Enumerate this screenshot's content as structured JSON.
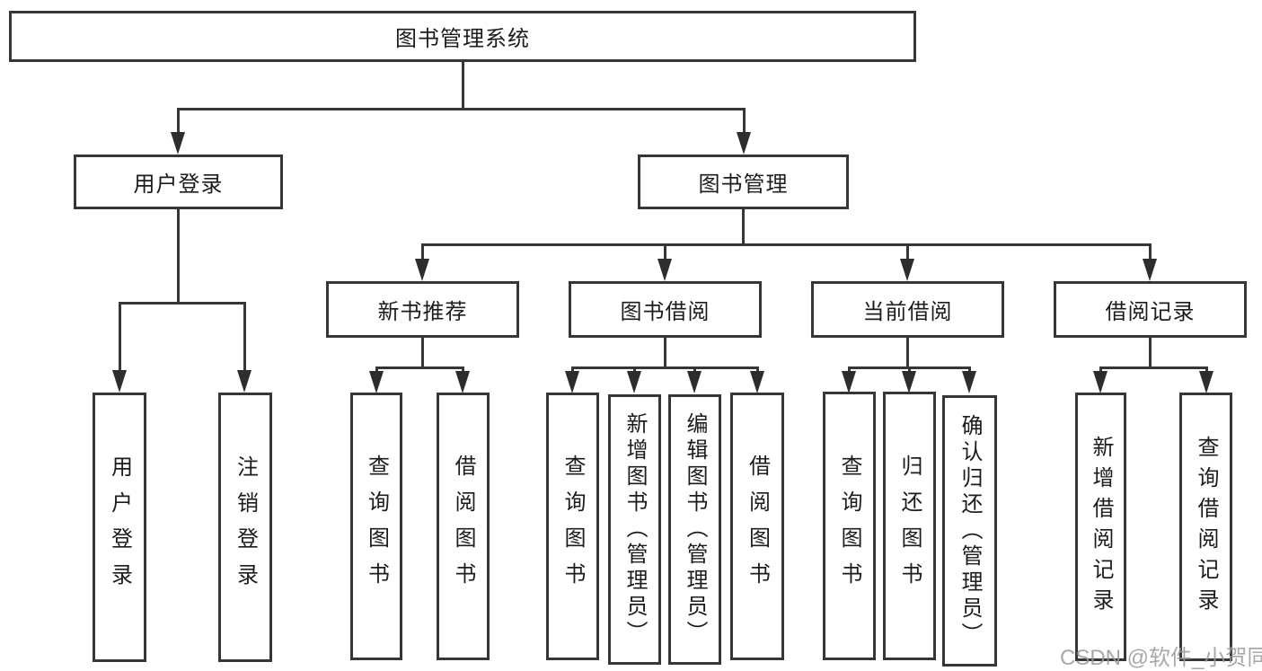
{
  "tree": {
    "label": "图书管理系统",
    "children": [
      {
        "label": "用户登录",
        "children": [
          {
            "label": "用户登录"
          },
          {
            "label": "注销登录"
          }
        ]
      },
      {
        "label": "图书管理",
        "children": [
          {
            "label": "新书推荐",
            "children": [
              {
                "label": "查询图书"
              },
              {
                "label": "借阅图书"
              }
            ]
          },
          {
            "label": "图书借阅",
            "children": [
              {
                "label": "查询图书"
              },
              {
                "label": "新增图书（管理员）"
              },
              {
                "label": "编辑图书（管理员）"
              },
              {
                "label": "借阅图书"
              }
            ]
          },
          {
            "label": "当前借阅",
            "children": [
              {
                "label": "查询图书"
              },
              {
                "label": "归还图书"
              },
              {
                "label": "确认归还（管理员）"
              }
            ]
          },
          {
            "label": "借阅记录",
            "children": [
              {
                "label": "新增借阅记录"
              },
              {
                "label": "查询借阅记录"
              }
            ]
          }
        ]
      }
    ]
  },
  "watermark": {
    "text": "CSDN @软件_小贺同学"
  },
  "colors": {
    "line": "#363636",
    "arrow": "#2d2d2d",
    "text": "#1c1c1c",
    "watermark": "#999999",
    "background": "#ffffff"
  }
}
